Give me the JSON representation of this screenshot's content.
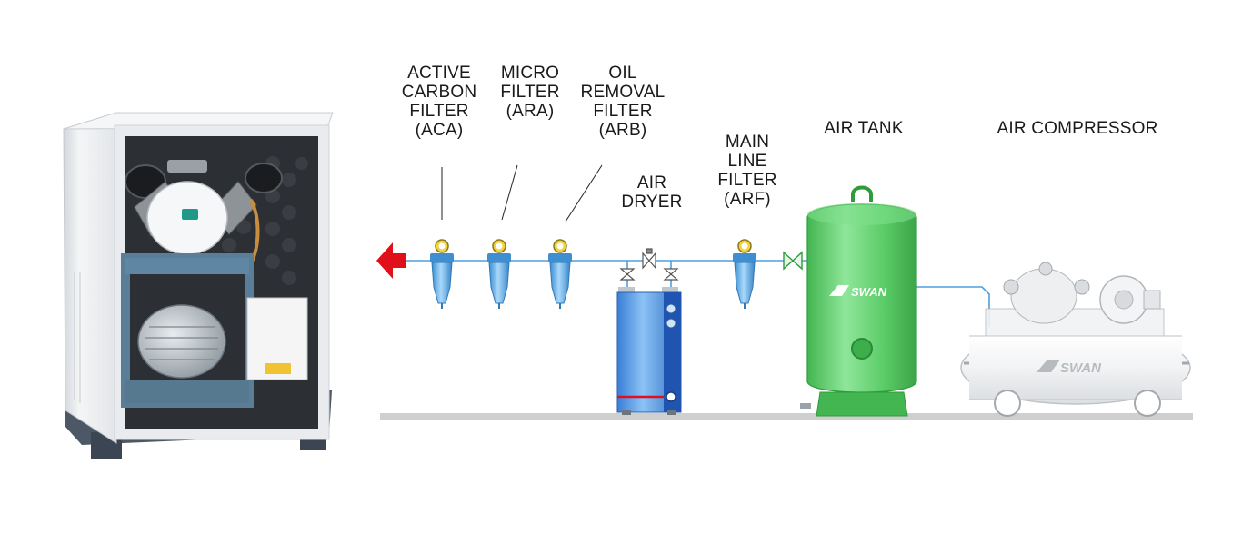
{
  "labels": {
    "aca": [
      "ACTIVE",
      "CARBON",
      "FILTER",
      "(ACA)"
    ],
    "ara": [
      "MICRO",
      "FILTER",
      "(ARA)"
    ],
    "arb": [
      "OIL",
      "REMOVAL",
      "FILTER",
      "(ARB)"
    ],
    "dryer": [
      "AIR",
      "DRYER"
    ],
    "arf": [
      "MAIN",
      "LINE",
      "FILTER",
      "(ARF)"
    ],
    "tank": [
      "AIR TANK"
    ],
    "compressor": [
      "AIR COMPRESSOR"
    ]
  },
  "brand": "SWAN",
  "colors": {
    "tank_green": "#5fd06a",
    "tank_green_dark": "#2f9c3c",
    "pipe_blue": "#4f9fe0",
    "filter_blue": "#5fb0ea",
    "dryer_blue": "#2f6fd0",
    "arrow_red": "#e0101a",
    "cabinet_gray": "#e9ebee",
    "base_slate": "#4c5866",
    "floor_gray": "#cfcfcf",
    "gauge_yellow": "#f2d23c"
  },
  "icons": {
    "flow_direction": "red-left-arrow-icon",
    "gauge": "pressure-gauge-icon",
    "valve": "bowtie-valve-icon"
  }
}
